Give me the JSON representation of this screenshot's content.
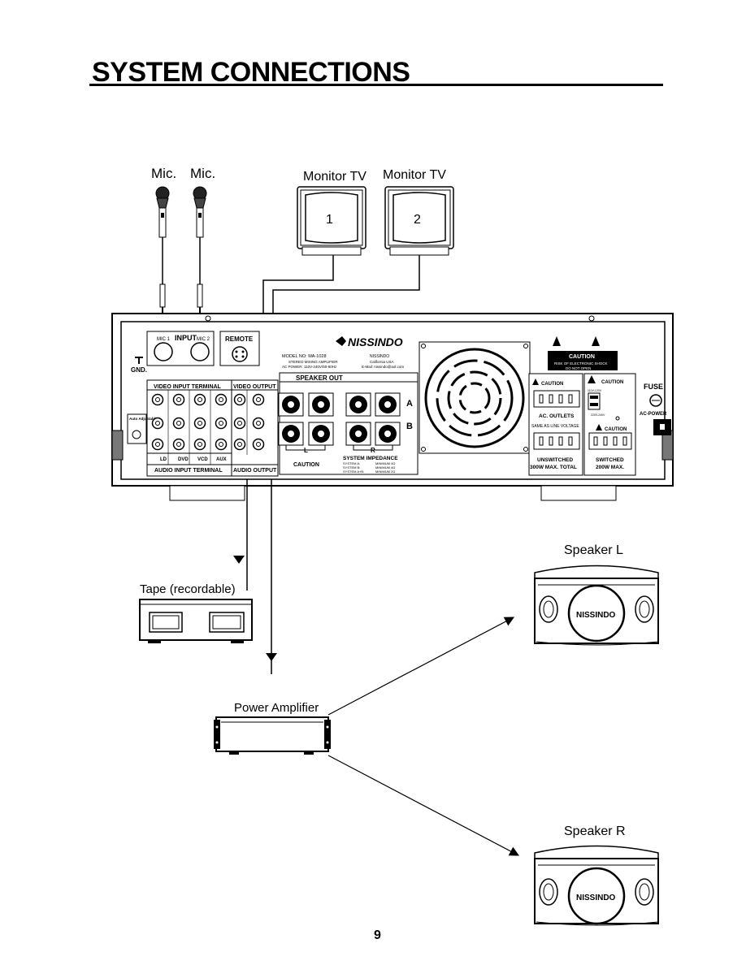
{
  "title": "SYSTEM CONNECTIONS",
  "page_number": "9",
  "labels": {
    "mic1": "Mic.",
    "mic2": "Mic.",
    "monitor1": "Monitor TV",
    "monitor2": "Monitor TV",
    "monitor1_num": "1",
    "monitor2_num": "2",
    "tape": "Tape (recordable)",
    "power_amp": "Power Amplifier",
    "speaker_l": "Speaker L",
    "speaker_r": "Speaker R",
    "speaker_brand": "NISSINDO"
  },
  "panel": {
    "brand": "NISSINDO",
    "model": "MODEL NO: MA-1028",
    "model_sub1": "STEREO MIXING AMPLIFIER",
    "model_sub2": "AC POWER: 110V-240V/50-60Hz",
    "company": "NISSINDO",
    "company_sub1": "California USA",
    "company_sub2": "E-Mail: nissindo@aol.com",
    "input": "INPUT",
    "mic1": "MIC 1",
    "mic2": "MIC 2",
    "remote": "REMOTE",
    "gnd": "GND.",
    "video_input": "VIDEO INPUT TERMINAL",
    "video_output": "VIDEO OUTPUT",
    "audio_input": "AUDIO INPUT TERMINAL",
    "audio_output": "AUDIO OUTPUT",
    "src_ld": "LD",
    "src_dvd": "DVD",
    "src_vcd": "VCD",
    "src_aux": "AUX",
    "auto_adj": "Auto Adjustable",
    "speaker_out": "SPEAKER OUT",
    "row_a": "A",
    "row_b": "B",
    "ch_l": "L",
    "ch_r": "R",
    "caution_spk": "CAUTION",
    "sys_imp": "SYSTEM IMPEDANCE",
    "sys_a": "SYSTEM A:",
    "sys_b": "SYSTEM B:",
    "sys_ab": "SYSTEM A+B:",
    "min_a": "MINIMUM 4Ω",
    "min_b": "MINIMUM 4Ω",
    "min_ab": "MINIMUM 2Ω",
    "caution_top": "CAUTION",
    "caution_top_sub1": "RISK OF ELECTRONIC SHOCK",
    "caution_top_sub2": "DO NOT OPEN",
    "caution_outlet": "CAUTION",
    "ac_outlets": "AC. OUTLETS",
    "same_as_line": "SAME AS LINE VOLTAGE",
    "unswitched": "UNSWITCHED",
    "unswitched_max": "300W MAX. TOTAL",
    "caution_sw": "CAUTION",
    "caution_sw2": "CAUTION",
    "switched": "SWITCHED",
    "switched_max": "200W MAX.",
    "fuse": "FUSE",
    "ac_power": "AC-POWER",
    "v110": "110V-120V",
    "v220": "220V-240V"
  }
}
